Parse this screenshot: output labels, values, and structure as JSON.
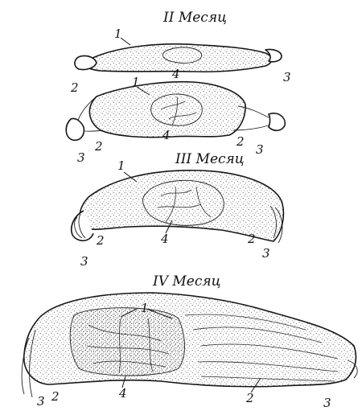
{
  "figure": {
    "stages": [
      {
        "id": "month-2",
        "heading": "II Месяц"
      },
      {
        "id": "month-3",
        "heading": "III Месяц"
      },
      {
        "id": "month-4",
        "heading": "IV Месяц"
      }
    ],
    "labels": {
      "l1": "1",
      "l2": "2",
      "l3": "3",
      "l4": "4"
    },
    "colors": {
      "ink": "#151515",
      "paper": "#ffffff"
    }
  }
}
